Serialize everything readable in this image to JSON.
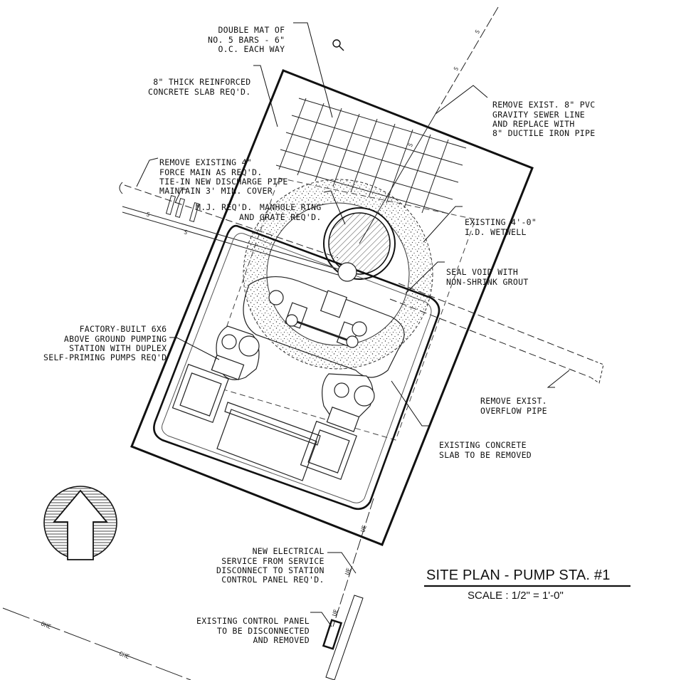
{
  "title": "SITE PLAN - PUMP STA. #1",
  "scale": "SCALE : 1/2\" = 1'-0\"",
  "notes": {
    "double_mat": [
      "DOUBLE MAT OF",
      "NO. 5 BARS - 6\"",
      "O.C. EACH WAY"
    ],
    "slab": [
      "8\" THICK REINFORCED",
      "CONCRETE SLAB REQ'D."
    ],
    "remove_sewer": [
      "REMOVE EXIST. 8\" PVC",
      "GRAVITY SEWER LINE",
      "AND REPLACE WITH",
      "8\" DUCTILE IRON PIPE"
    ],
    "force_main": [
      "REMOVE EXISTING 4\"",
      "FORCE MAIN AS REQ'D.",
      "TIE-IN NEW DISCHARGE PIPE",
      "MAINTAIN 3' MIN. COVER"
    ],
    "mj": "M.J. REQ'D.",
    "manhole": [
      "MANHOLE RING",
      "AND GRATE REQ'D."
    ],
    "wetwell": [
      "EXISTING 4'-0\"",
      "I.D. WETWELL"
    ],
    "seal": [
      "SEAL VOID WITH",
      "NON-SHRINK GROUT"
    ],
    "station": [
      "FACTORY-BUILT 6X6",
      "ABOVE GROUND PUMPING",
      "STATION WITH DUPLEX",
      "SELF-PRIMING PUMPS REQ'D"
    ],
    "overflow": [
      "REMOVE EXIST.",
      "OVERFLOW PIPE"
    ],
    "existing_slab": [
      "EXISTING CONCRETE",
      "SLAB TO BE REMOVED"
    ],
    "electrical": [
      "NEW ELECTRICAL",
      "SERVICE FROM SERVICE",
      "DISCONNECT TO STATION",
      "CONTROL PANEL REQ'D."
    ],
    "control_panel": [
      "EXISTING CONTROL PANEL",
      "TO BE DISCONNECTED",
      "AND REMOVED"
    ]
  },
  "line_marks": {
    "sewer": "S",
    "electric": "UE",
    "overhead": "OHE"
  }
}
